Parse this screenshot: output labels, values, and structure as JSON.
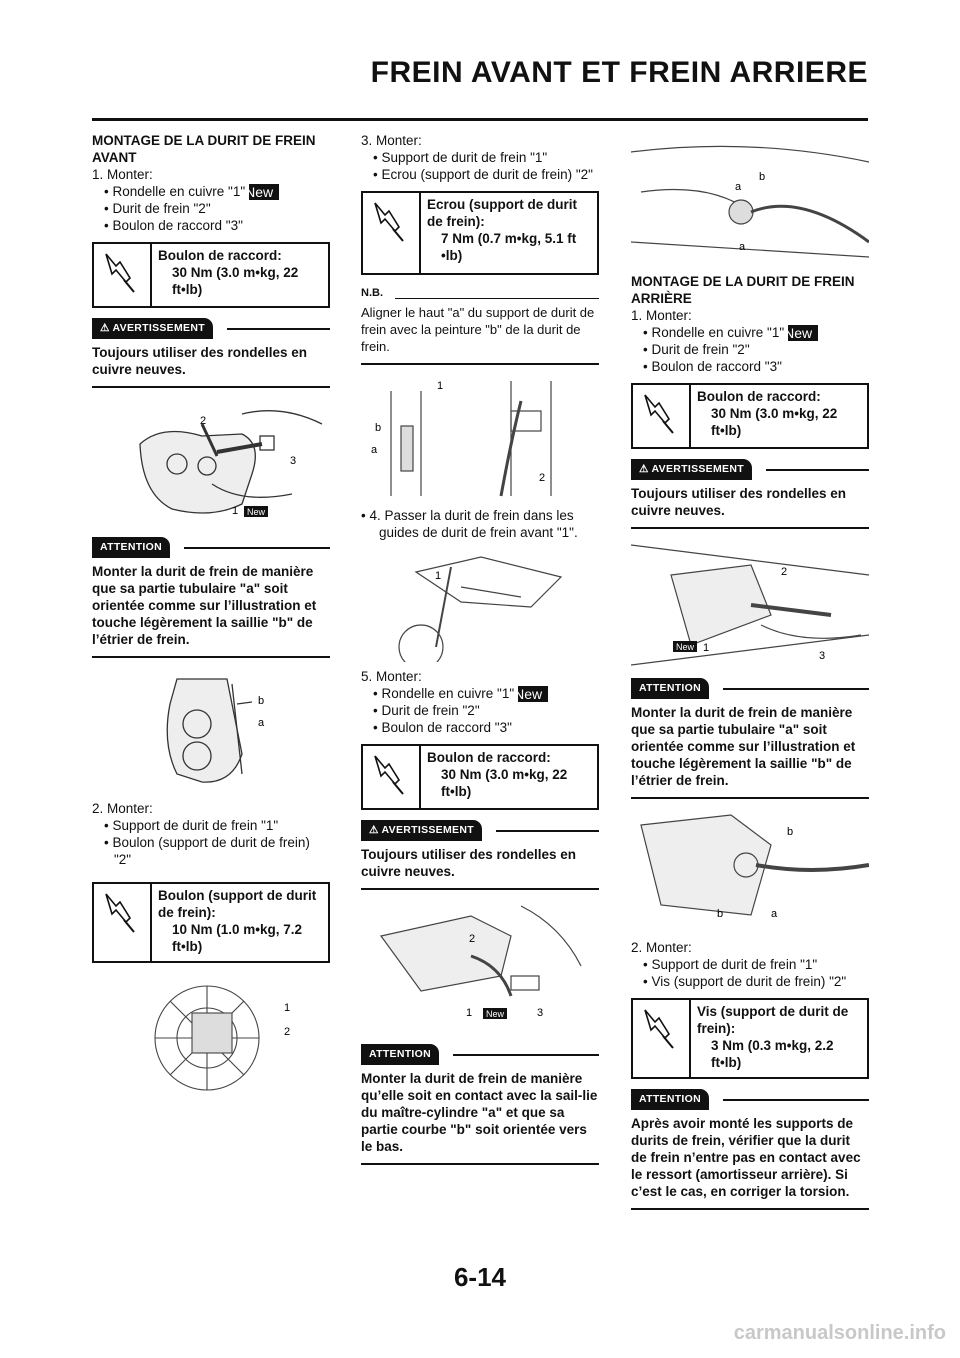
{
  "header": {
    "title": "FREIN AVANT ET FREIN ARRIERE"
  },
  "page": {
    "number": "6-14"
  },
  "footer": {
    "watermark": "carmanualsonline.info"
  },
  "col1": {
    "heading": "MONTAGE DE LA DURIT DE FREIN AVANT",
    "step1": "1.  Monter:",
    "s1b1": "Rondelle en cuivre \"1\"",
    "s1b2": "Durit de frein \"2\"",
    "s1b3": "Boulon de raccord \"3\"",
    "torque1_title": "Boulon de raccord:",
    "torque1_val": "30 Nm (3.0 m•kg, 22 ft•lb)",
    "warn_label": "AVERTISSEMENT",
    "warn_text": "Toujours utiliser des rondelles en cuivre neuves.",
    "att_label": "ATTENTION",
    "att_text": "Monter la durit de frein de manière que sa partie tubulaire \"a\" soit orientée comme sur l’illustration et touche légèrement la saillie \"b\" de l’étrier de frein.",
    "step2": "2.  Monter:",
    "s2b1": "Support de durit de frein \"1\"",
    "s2b2": "Boulon (support de durit de frein) \"2\"",
    "torque2_title": "Boulon (support de durit de frein):",
    "torque2_val": "10 Nm (1.0 m•kg, 7.2 ft•lb)"
  },
  "col2": {
    "step3": "3.  Monter:",
    "s3b1": "Support de durit de frein \"1\"",
    "s3b2": "Ecrou (support de durit de frein) \"2\"",
    "torque3_title": "Ecrou (support de durit de frein):",
    "torque3_val": "7 Nm (0.7 m•kg, 5.1 ft •lb)",
    "nb_label": "N.B.",
    "nb_text": "Aligner le haut \"a\" du support de durit de frein avec la peinture \"b\" de la durit de frein.",
    "step4": "4.  Passer la durit de frein dans les guides de durit de frein avant \"1\".",
    "step5": "5.  Monter:",
    "s5b1": "Rondelle en cuivre \"1\"",
    "s5b2": "Durit de frein \"2\"",
    "s5b3": "Boulon de raccord \"3\"",
    "torque5_title": "Boulon de raccord:",
    "torque5_val": "30 Nm (3.0 m•kg, 22 ft•lb)",
    "warn_label": "AVERTISSEMENT",
    "warn_text": "Toujours utiliser des rondelles en cuivre neuves.",
    "att_label": "ATTENTION",
    "att_text": "Monter la durit de frein de manière qu’elle soit en contact avec la sail-lie du maître-cylindre \"a\" et que sa partie courbe \"b\" soit orientée vers le bas."
  },
  "col3": {
    "heading": "MONTAGE DE LA DURIT DE FREIN ARRIÈRE",
    "step1": "1.  Monter:",
    "s1b1": "Rondelle en cuivre \"1\"",
    "s1b2": "Durit de frein \"2\"",
    "s1b3": "Boulon de raccord \"3\"",
    "torque1_title": "Boulon de raccord:",
    "torque1_val": "30 Nm (3.0 m•kg, 22 ft•lb)",
    "warn_label": "AVERTISSEMENT",
    "warn_text": "Toujours utiliser des rondelles en cuivre neuves.",
    "att_label": "ATTENTION",
    "att_text": "Monter la durit de frein de manière que sa partie tubulaire \"a\" soit orientée comme sur l’illustration et touche légèrement la saillie \"b\" de l’étrier de frein.",
    "step2": "2.  Monter:",
    "s2b1": "Support de durit de frein \"1\"",
    "s2b2": "Vis (support de durit de frein) \"2\"",
    "torque2_title": "Vis (support de durit de frein):",
    "torque2_val": "3 Nm (0.3 m•kg, 2.2 ft•lb)",
    "att2_label": "ATTENTION",
    "att2_text": "Après avoir monté les supports de durits de frein, vérifier que la durit de frein n’entre pas en contact avec le ressort (amortisseur arrière). Si c’est le cas, en corriger la torsion."
  },
  "badges": {
    "new": "New"
  },
  "callouts": {
    "one": "1",
    "two": "2",
    "three": "3",
    "a": "a",
    "b": "b"
  }
}
